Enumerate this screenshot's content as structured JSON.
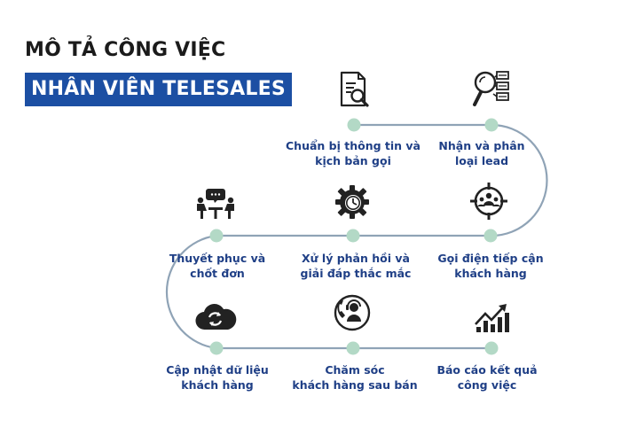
{
  "header": {
    "line1": "MÔ TẢ CÔNG VIỆC",
    "line2": "NHÂN VIÊN TELESALES"
  },
  "colors": {
    "accent": "#1c4fa3",
    "label": "#1f3f86",
    "path": "#8fa3b6",
    "node": "#b3d9c6"
  },
  "steps": [
    {
      "line1": "Chuẩn bị thông tin và",
      "line2": "kịch bản gọi",
      "icon": "document-search-icon"
    },
    {
      "line1": "Nhận và phân",
      "line2": "loại lead",
      "icon": "lead-classification-icon"
    },
    {
      "line1": "Gọi điện tiếp cận",
      "line2": "khách hàng",
      "icon": "target-customers-icon"
    },
    {
      "line1": "Xử lý phản hồi và",
      "line2": "giải đáp thắc mắc",
      "icon": "gear-clock-icon"
    },
    {
      "line1": "Thuyết phục và",
      "line2": "chốt đơn",
      "icon": "meeting-icon"
    },
    {
      "line1": "Cập nhật dữ liệu",
      "line2": "khách hàng",
      "icon": "cloud-sync-icon"
    },
    {
      "line1": "Chăm sóc",
      "line2": "khách hàng sau bán",
      "icon": "customer-support-icon"
    },
    {
      "line1": "Báo cáo kết quả",
      "line2": "công việc",
      "icon": "growth-chart-icon"
    }
  ]
}
